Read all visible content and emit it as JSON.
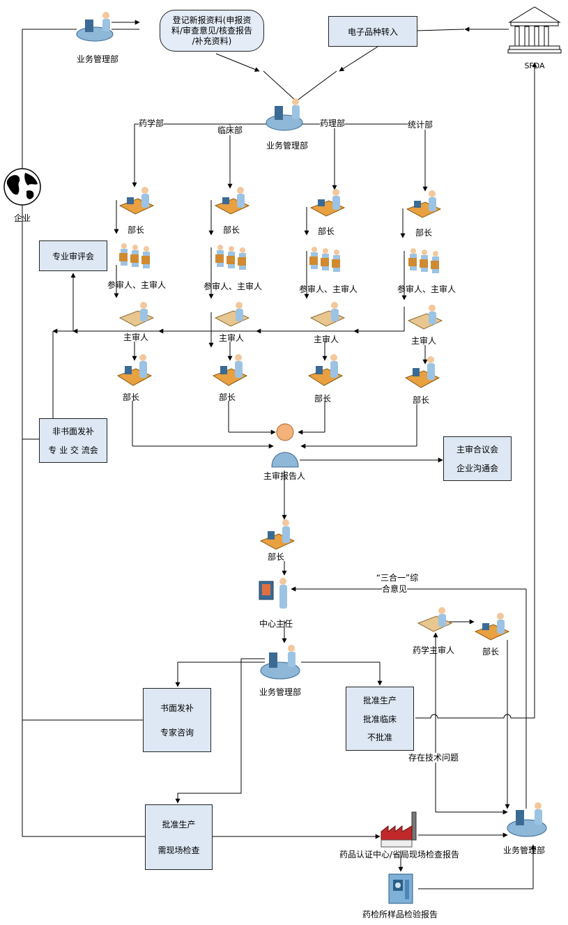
{
  "nodes": {
    "biz_top": "业务管理部",
    "submit": [
      "登记新报资料(申报资",
      "料/审查意见/核查报告",
      "/补充资料)"
    ],
    "e_transfer": "电子品种转入",
    "sfda": "SFDA",
    "biz_mid": "业务管理部",
    "enterprise": "企业",
    "dept_pharm": "药学部",
    "dept_clin": "临床部",
    "dept_pharmacol": "药理部",
    "dept_stat": "统计部",
    "head": "部长",
    "co_reviewers": "参审人、主审人",
    "main_reviewer": "主审人",
    "expert_meeting": "专业审评会",
    "nonwritten": [
      "非书面发补",
      "专 业 交 流会"
    ],
    "rapporteur": "主审报告人",
    "joint_meeting": [
      "主审合议会",
      "企业沟通会"
    ],
    "center_director": "中心主任",
    "three_in_one": [
      "“三合一”综",
      "合意见"
    ],
    "pharm_reviewer": "药学主审人",
    "biz_bottom": "业务管理部",
    "written": [
      "书面发补",
      "专家咨询"
    ],
    "decision": [
      "批准生产",
      "批准临床",
      "不批准"
    ],
    "tech_issue": "存在技术问题",
    "onsite": [
      "批准生产",
      "需现场检查"
    ],
    "cert_center": "药品认证中心/省局现场检查报告",
    "biz_final": "业务管理部",
    "lab_report": "药检所样品检验报告"
  },
  "colors": {
    "box_fill": "#dde8f4",
    "figure_blue": "#8fb7d8",
    "desk_orange": "#e8a040",
    "factory_red": "#c0282a"
  }
}
